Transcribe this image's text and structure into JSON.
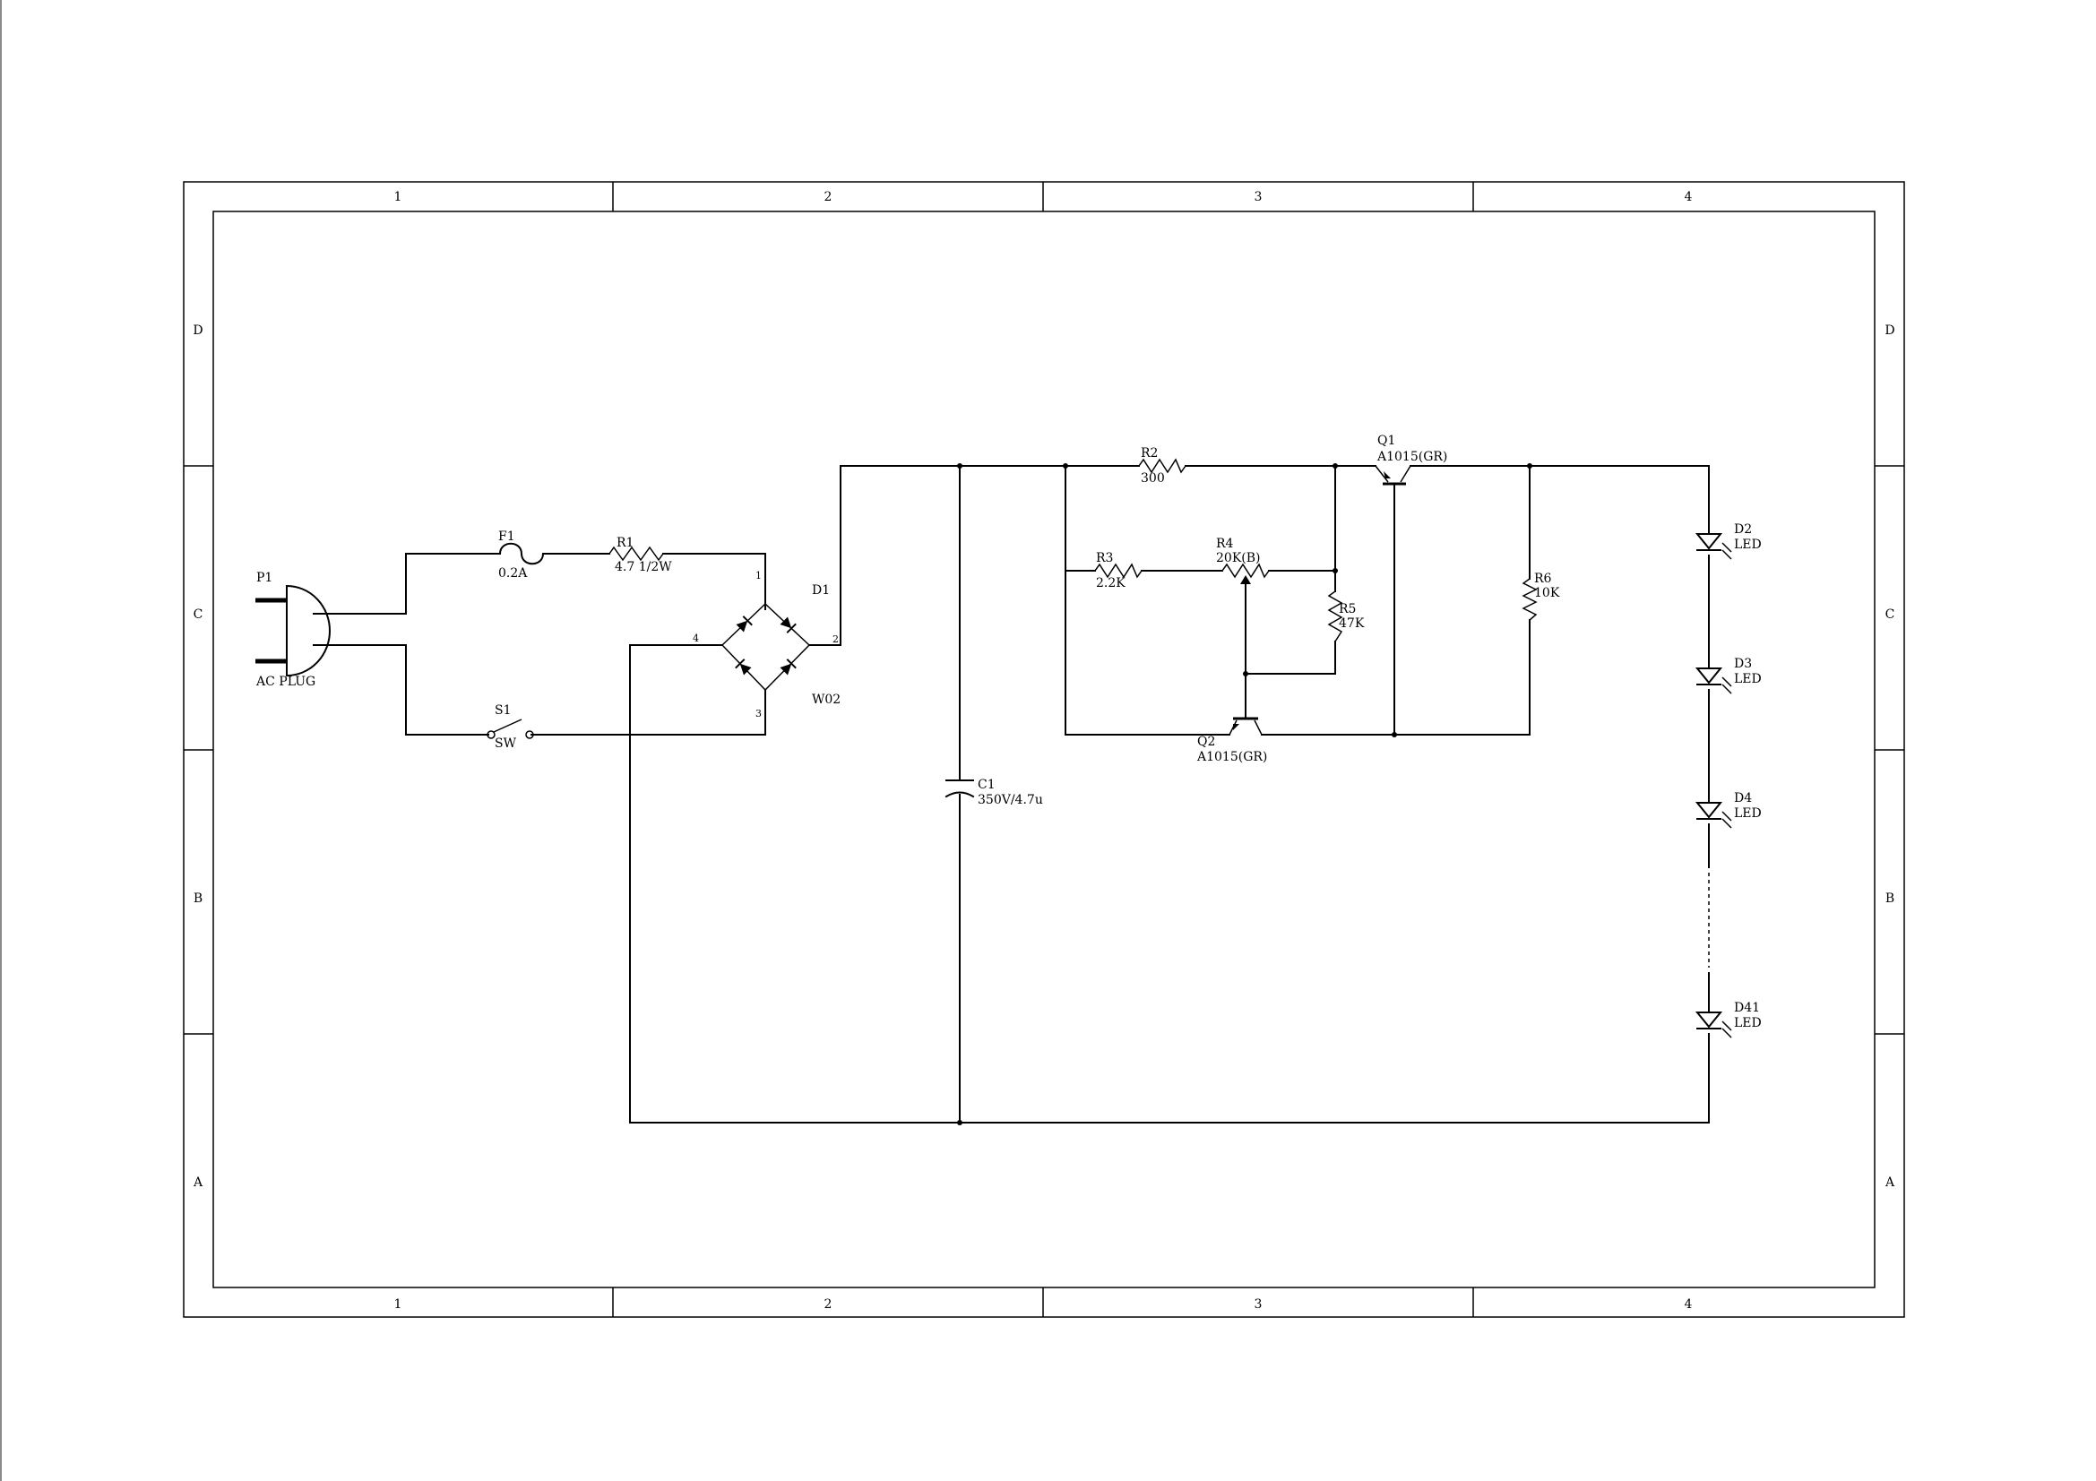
{
  "frame": {
    "columns": [
      "1",
      "2",
      "3",
      "4"
    ],
    "rows": [
      "D",
      "C",
      "B",
      "A"
    ]
  },
  "components": {
    "p1": {
      "ref": "P1",
      "value": "AC PLUG"
    },
    "f1": {
      "ref": "F1",
      "value": "0.2A"
    },
    "r1": {
      "ref": "R1",
      "value": "4.7 1/2W"
    },
    "s1": {
      "ref": "S1",
      "value": "SW"
    },
    "d1": {
      "ref": "D1",
      "value": "W02",
      "pins": [
        "1",
        "2",
        "3",
        "4"
      ]
    },
    "c1": {
      "ref": "C1",
      "value": "350V/4.7u"
    },
    "r2": {
      "ref": "R2",
      "value": "300"
    },
    "r3": {
      "ref": "R3",
      "value": "2.2K"
    },
    "r4": {
      "ref": "R4",
      "value": "20K(B)"
    },
    "r5": {
      "ref": "R5",
      "value": "47K"
    },
    "r6": {
      "ref": "R6",
      "value": "10K"
    },
    "q1": {
      "ref": "Q1",
      "value": "A1015(GR)"
    },
    "q2": {
      "ref": "Q2",
      "value": "A1015(GR)"
    },
    "d2": {
      "ref": "D2",
      "value": "LED"
    },
    "d3": {
      "ref": "D3",
      "value": "LED"
    },
    "d4": {
      "ref": "D4",
      "value": "LED"
    },
    "d41": {
      "ref": "D41",
      "value": "LED"
    }
  }
}
